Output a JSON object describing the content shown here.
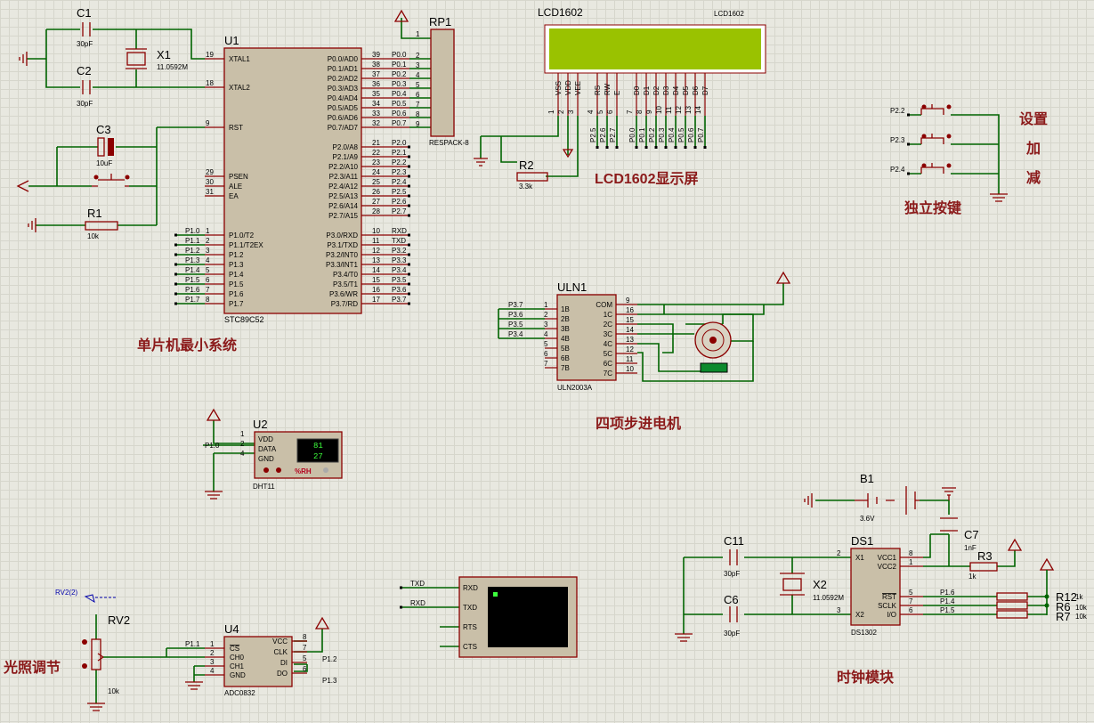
{
  "titles": {
    "mcu": "单片机最小系统",
    "lcd": "LCD1602显示屏",
    "keys": "独立按键",
    "motor": "四项步进电机",
    "light": "光照调节",
    "clock": "时钟模块",
    "set": "设置",
    "add": "加",
    "sub": "减"
  },
  "u1": {
    "ref": "U1",
    "part": "STC89C52",
    "left_pins": [
      {
        "num": "19",
        "name": "XTAL1"
      },
      {
        "num": "18",
        "name": "XTAL2"
      },
      {
        "num": "9",
        "name": "RST"
      },
      {
        "num": "29",
        "name": "PSEN"
      },
      {
        "num": "30",
        "name": "ALE"
      },
      {
        "num": "31",
        "name": "EA"
      },
      {
        "num": "1",
        "name": "P1.0/T2"
      },
      {
        "num": "2",
        "name": "P1.1/T2EX"
      },
      {
        "num": "3",
        "name": "P1.2"
      },
      {
        "num": "4",
        "name": "P1.3"
      },
      {
        "num": "5",
        "name": "P1.4"
      },
      {
        "num": "6",
        "name": "P1.5"
      },
      {
        "num": "7",
        "name": "P1.6"
      },
      {
        "num": "8",
        "name": "P1.7"
      }
    ],
    "right_pins": [
      {
        "num": "39",
        "name": "P0.0/AD0",
        "net": "P0.0"
      },
      {
        "num": "38",
        "name": "P0.1/AD1",
        "net": "P0.1"
      },
      {
        "num": "37",
        "name": "P0.2/AD2",
        "net": "P0.2"
      },
      {
        "num": "36",
        "name": "P0.3/AD3",
        "net": "P0.3"
      },
      {
        "num": "35",
        "name": "P0.4/AD4",
        "net": "P0.4"
      },
      {
        "num": "34",
        "name": "P0.5/AD5",
        "net": "P0.5"
      },
      {
        "num": "33",
        "name": "P0.6/AD6",
        "net": "P0.6"
      },
      {
        "num": "32",
        "name": "P0.7/AD7",
        "net": "P0.7"
      },
      {
        "num": "21",
        "name": "P2.0/A8",
        "net": "P2.0"
      },
      {
        "num": "22",
        "name": "P2.1/A9",
        "net": "P2.1"
      },
      {
        "num": "23",
        "name": "P2.2/A10",
        "net": "P2.2"
      },
      {
        "num": "24",
        "name": "P2.3/A11",
        "net": "P2.3"
      },
      {
        "num": "25",
        "name": "P2.4/A12",
        "net": "P2.4"
      },
      {
        "num": "26",
        "name": "P2.5/A13",
        "net": "P2.5"
      },
      {
        "num": "27",
        "name": "P2.6/A14",
        "net": "P2.6"
      },
      {
        "num": "28",
        "name": "P2.7/A15",
        "net": "P2.7"
      },
      {
        "num": "10",
        "name": "P3.0/RXD",
        "net": "RXD"
      },
      {
        "num": "11",
        "name": "P3.1/TXD",
        "net": "TXD"
      },
      {
        "num": "12",
        "name": "P3.2/INT0",
        "net": "P3.2"
      },
      {
        "num": "13",
        "name": "P3.3/INT1",
        "net": "P3.3"
      },
      {
        "num": "14",
        "name": "P3.4/T0",
        "net": "P3.4"
      },
      {
        "num": "15",
        "name": "P3.5/T1",
        "net": "P3.5"
      },
      {
        "num": "16",
        "name": "P3.6/WR",
        "net": "P3.6"
      },
      {
        "num": "17",
        "name": "P3.7/RD",
        "net": "P3.7"
      }
    ],
    "left_nets": [
      "P1.0",
      "P1.1",
      "P1.2",
      "P1.3",
      "P1.4",
      "P1.5",
      "P1.6",
      "P1.7"
    ]
  },
  "parts": {
    "c1": {
      "ref": "C1",
      "val": "30pF"
    },
    "c2": {
      "ref": "C2",
      "val": "30pF"
    },
    "x1": {
      "ref": "X1",
      "val": "11.0592M"
    },
    "c3": {
      "ref": "C3",
      "val": "10uF"
    },
    "r1": {
      "ref": "R1",
      "val": "10k"
    },
    "rp1": {
      "ref": "RP1",
      "val": "RESPACK-8",
      "pin1": "1",
      "pins": [
        "2",
        "3",
        "4",
        "5",
        "6",
        "7",
        "8",
        "9"
      ]
    },
    "r2": {
      "ref": "R2",
      "val": "3.3k"
    },
    "lcd": {
      "ref": "LCD1602",
      "ref2": "LCD1602",
      "pins": [
        "VSS",
        "VDD",
        "VEE",
        "RS",
        "RW",
        "E",
        "D0",
        "D1",
        "D2",
        "D3",
        "D4",
        "D5",
        "D6",
        "D7"
      ],
      "nums": [
        "1",
        "2",
        "3",
        "4",
        "5",
        "6",
        "7",
        "8",
        "9",
        "10",
        "11",
        "12",
        "13",
        "14"
      ],
      "nets": [
        "P2.5",
        "P2.6",
        "P2.7",
        "P0.0",
        "P0.1",
        "P0.2",
        "P0.3",
        "P0.4",
        "P0.5",
        "P0.6",
        "P0.7"
      ]
    },
    "keys": [
      "P2.2",
      "P2.3",
      "P2.4"
    ],
    "uln": {
      "ref": "ULN1",
      "part": "ULN2003A",
      "left": [
        {
          "num": "1",
          "name": "1B",
          "net": "P3.7"
        },
        {
          "num": "2",
          "name": "2B",
          "net": "P3.6"
        },
        {
          "num": "3",
          "name": "3B",
          "net": "P3.5"
        },
        {
          "num": "4",
          "name": "4B",
          "net": "P3.4"
        },
        {
          "num": "5",
          "name": "5B",
          "net": ""
        },
        {
          "num": "6",
          "name": "6B",
          "net": ""
        },
        {
          "num": "7",
          "name": "7B",
          "net": ""
        }
      ],
      "right": [
        {
          "num": "9",
          "name": "COM"
        },
        {
          "num": "16",
          "name": "1C"
        },
        {
          "num": "15",
          "name": "2C"
        },
        {
          "num": "14",
          "name": "3C"
        },
        {
          "num": "13",
          "name": "4C"
        },
        {
          "num": "12",
          "name": "5C"
        },
        {
          "num": "11",
          "name": "6C"
        },
        {
          "num": "10",
          "name": "7C"
        }
      ]
    },
    "u2": {
      "ref": "U2",
      "part": "DHT11",
      "net": "P1.0",
      "pins": [
        {
          "num": "1",
          "name": "VDD"
        },
        {
          "num": "2",
          "name": "DATA"
        },
        {
          "num": "4",
          "name": "GND"
        }
      ],
      "temp": "81",
      "hum": "27",
      "unit": "%RH"
    },
    "terminal": {
      "pins": [
        "RXD",
        "TXD",
        "RTS",
        "CTS"
      ],
      "nets": [
        "TXD",
        "RXD"
      ]
    },
    "rv2": {
      "ref": "RV2",
      "val": "10k",
      "probe": "RV2(2)"
    },
    "u4": {
      "ref": "U4",
      "part": "ADC0832",
      "left": [
        {
          "num": "1",
          "name": "CS",
          "net": "P1.1"
        },
        {
          "num": "2",
          "name": "CH0",
          "net": ""
        },
        {
          "num": "3",
          "name": "CH1",
          "net": ""
        },
        {
          "num": "4",
          "name": "GND",
          "net": ""
        }
      ],
      "right": [
        {
          "num": "8",
          "name": "VCC",
          "net": ""
        },
        {
          "num": "7",
          "name": "CLK",
          "net": "P1.2"
        },
        {
          "num": "5",
          "name": "DI",
          "net": ""
        },
        {
          "num": "6",
          "name": "DO",
          "net": "P1.3"
        }
      ]
    },
    "b1": {
      "ref": "B1",
      "val": "3.6V"
    },
    "c11": {
      "ref": "C11",
      "val": "30pF"
    },
    "c6": {
      "ref": "C6",
      "val": "30pF"
    },
    "x2": {
      "ref": "X2",
      "val": "11.0592M"
    },
    "c7": {
      "ref": "C7",
      "val": "1nF"
    },
    "r3": {
      "ref": "R3",
      "val": "1k"
    },
    "ds1": {
      "ref": "DS1",
      "part": "DS1302",
      "left": [
        {
          "num": "2",
          "name": "X1"
        },
        {
          "num": "3",
          "name": "X2"
        }
      ],
      "right": [
        {
          "num": "8",
          "name": "VCC1"
        },
        {
          "num": "1",
          "name": "VCC2"
        },
        {
          "num": "5",
          "name": "RST"
        },
        {
          "num": "7",
          "name": "SCLK"
        },
        {
          "num": "6",
          "name": "I/O"
        }
      ],
      "nets": [
        "P1.6",
        "P1.4",
        "P1.5"
      ]
    },
    "r12": {
      "ref": "R12",
      "val": "1k"
    },
    "r6": {
      "ref": "R6",
      "val": "10k"
    },
    "r7": {
      "ref": "R7",
      "val": "10k"
    }
  }
}
